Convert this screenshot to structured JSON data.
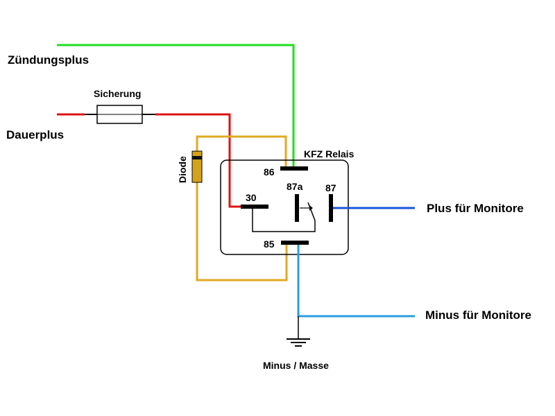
{
  "labels": {
    "zuendungsplus": "Zündungsplus",
    "dauerplus": "Dauerplus",
    "sicherung": "Sicherung",
    "diode": "Diode",
    "relais": "KFZ Relais",
    "pin86": "86",
    "pin87a": "87a",
    "pin87": "87",
    "pin30": "30",
    "pin85": "85",
    "plus_monitore": "Plus für Monitore",
    "minus_monitore": "Minus für Monitore",
    "masse": "Minus / Masse"
  },
  "colors": {
    "green": "#22dd22",
    "red": "#e01010",
    "orange": "#e0aa20",
    "blue": "#1a55e0",
    "lightblue": "#2a9ee0",
    "black": "#000000",
    "diode_fill": "#d4a21c"
  }
}
